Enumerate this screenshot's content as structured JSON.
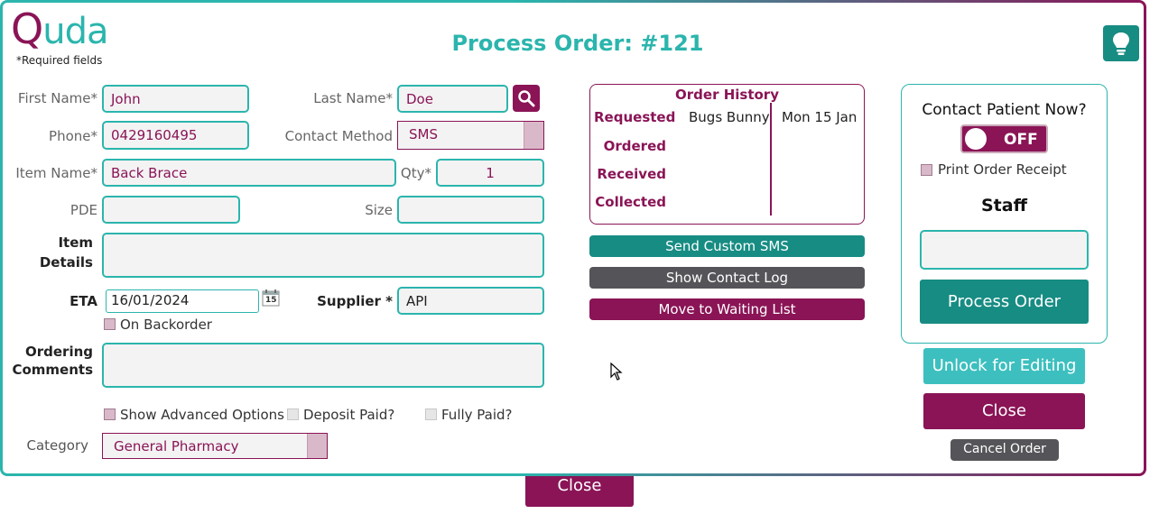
{
  "app": {
    "logo_q": "Q",
    "logo_rest": "uda",
    "required_note": "*Required fields"
  },
  "title": "Process Order: #121",
  "icons": {
    "help": "lightbulb-icon",
    "search": "magnifier-icon",
    "calendar": "calendar-icon",
    "cursor": "mouse-pointer"
  },
  "form": {
    "first_name_label": "First Name*",
    "first_name": "John",
    "last_name_label": "Last Name*",
    "last_name": "Doe",
    "phone_label": "Phone*",
    "phone": "0429160495",
    "contact_method_label": "Contact Method",
    "contact_method": "SMS",
    "item_name_label": "Item Name*",
    "item_name": "Back Brace",
    "qty_label": "Qty*",
    "qty": "1",
    "pde_label": "PDE",
    "pde": "",
    "size_label": "Size",
    "size": "",
    "item_details_label_1": "Item",
    "item_details_label_2": "Details",
    "item_details": "",
    "eta_label": "ETA",
    "eta": "16/01/2024",
    "calendar_day": "15",
    "supplier_label": "Supplier *",
    "supplier": "API",
    "on_backorder": "On Backorder",
    "ordering_comments_label_1": "Ordering",
    "ordering_comments_label_2": "Comments",
    "ordering_comments": "",
    "show_advanced": "Show Advanced Options",
    "deposit_paid": "Deposit Paid?",
    "fully_paid": "Fully Paid?",
    "category_label": "Category",
    "category": "General Pharmacy"
  },
  "history": {
    "title": "Order History",
    "rows": [
      "Requested",
      "Ordered",
      "Received",
      "Collected"
    ],
    "requested_by": "Bugs Bunny",
    "requested_date": "Mon 15 Jan"
  },
  "middle_buttons": {
    "send_sms": "Send Custom SMS",
    "show_log": "Show Contact Log",
    "waiting_list": "Move to Waiting List"
  },
  "contact": {
    "title": "Contact Patient Now?",
    "toggle": "OFF",
    "print_receipt": "Print Order Receipt",
    "staff_label": "Staff",
    "staff": "",
    "process": "Process Order"
  },
  "actions": {
    "unlock": "Unlock for Editing",
    "close": "Close",
    "cancel": "Cancel Order",
    "outer_close": "Close"
  },
  "colors": {
    "teal": "#2bb5ad",
    "dark_teal": "#178c83",
    "magenta": "#8a1456",
    "grey_btn": "#555559"
  }
}
